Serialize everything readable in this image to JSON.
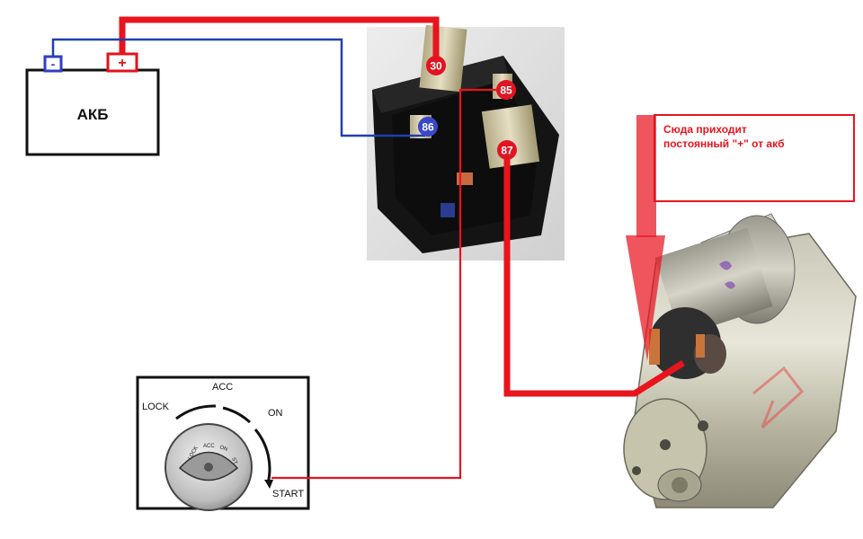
{
  "battery": {
    "label": "АКБ",
    "neg": "-",
    "pos": "+"
  },
  "relay": {
    "pins": {
      "p30": "30",
      "p85": "85",
      "p86": "86",
      "p87": "87"
    }
  },
  "ignition": {
    "positions": {
      "lock": "LOCK",
      "acc": "ACC",
      "on": "ON",
      "start": "START"
    },
    "dial": {
      "lock": "LOCK",
      "acc": "ACC",
      "on": "ON",
      "st": "ST"
    }
  },
  "callout": {
    "line1": "Сюда приходит",
    "line2": "постоянный \"+\" от акб"
  },
  "colors": {
    "positive_wire": "#e8141e",
    "negative_wire": "#1f3fb0",
    "signal_wire": "#e8141e",
    "pin_red": "#e01422",
    "pin_blue": "#3a48c8",
    "frame": "#111111"
  }
}
